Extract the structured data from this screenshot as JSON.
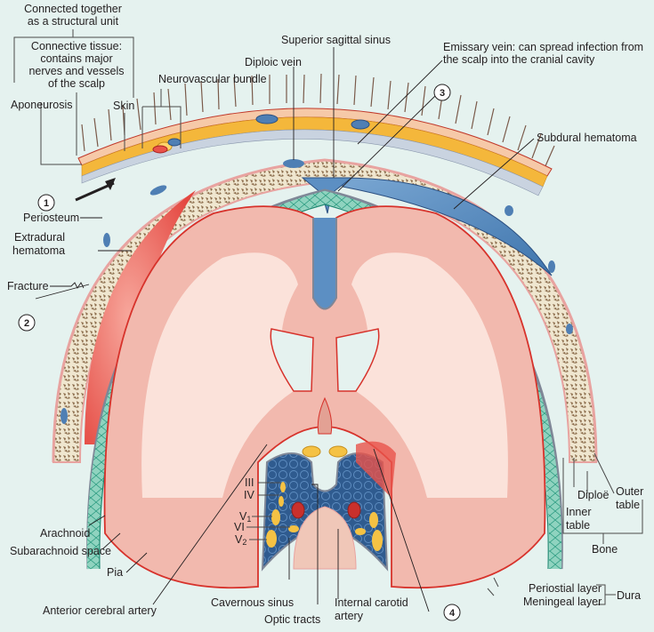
{
  "colors": {
    "background": "#e5f2ef",
    "skin": "#f6c9a8",
    "skin_edge": "#c0392b",
    "connective_tissue": "#f4b73b",
    "aponeurosis": "#c9d3e0",
    "periosteum": "#e8a3a0",
    "bone_table": "#f1ead6",
    "diploe": "#8a6b4a",
    "dura": "#7f8797",
    "subarachnoid": "#69c2a9",
    "arachnoid_line": "#1f8a72",
    "brain_grey": "#f2b9ae",
    "brain_white": "#fbe2da",
    "pia_artery": "#d7322b",
    "venous_blue": "#4f7fb4",
    "sinus_dark": "#2b4f80",
    "extradural_hematoma": "#e9524a",
    "subdural_hematoma": "#5c8fc3",
    "nerve_yellow": "#f5c244",
    "ventricle": "#e5f2ef"
  },
  "labels": {
    "connected_together": [
      "Connected together",
      "as a structural unit"
    ],
    "connective_tissue": [
      "Connective tissue:",
      "contains major",
      "nerves and vessels",
      "of the scalp"
    ],
    "aponeurosis": "Aponeurosis",
    "skin": "Skin",
    "neurovascular_bundle": "Neurovascular bundle",
    "diploic_vein": "Diploic vein",
    "superior_sagittal_sinus": "Superior sagittal sinus",
    "emissary_vein": [
      "Emissary vein: can spread infection from",
      "the scalp into the cranial cavity"
    ],
    "subdural_hematoma": "Subdural hematoma",
    "periosteum": "Periosteum",
    "extradural_hematoma": [
      "Extradural",
      "hematoma"
    ],
    "fracture": "Fracture",
    "arachnoid": "Arachnoid",
    "subarachnoid_space": "Subarachnoid space",
    "pia": "Pia",
    "anterior_cerebral_artery": "Anterior cerebral artery",
    "cavernous_sinus": "Cavernous sinus",
    "optic_tracts": "Optic tracts",
    "internal_carotid_artery": [
      "Internal carotid",
      "artery"
    ],
    "periostial_layer": "Periostial layer",
    "meningeal_layer": "Meningeal layer",
    "dura": "Dura",
    "diploe": "Diploë",
    "outer_table": [
      "Outer",
      "table"
    ],
    "inner_table": [
      "Inner",
      "table"
    ],
    "bone": "Bone",
    "cranial_nerves": {
      "iii": "III",
      "iv": "IV",
      "v1": "V",
      "v1_sub": "1",
      "vi": "VI",
      "v2": "V",
      "v2_sub": "2"
    }
  },
  "callouts": [
    "1",
    "2",
    "3",
    "4"
  ]
}
